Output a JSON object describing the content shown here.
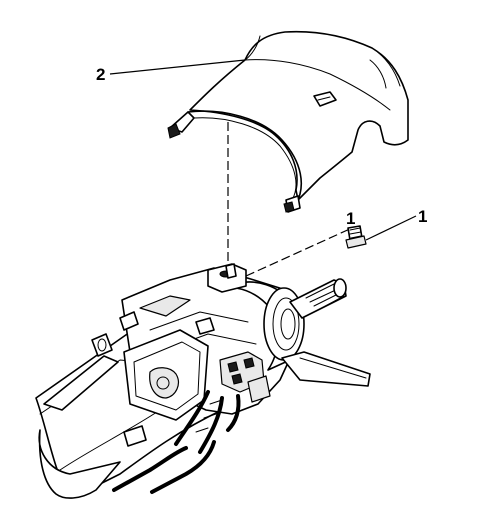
{
  "callouts": {
    "shroud": "2",
    "screw_left": "1",
    "screw_right": "1"
  }
}
